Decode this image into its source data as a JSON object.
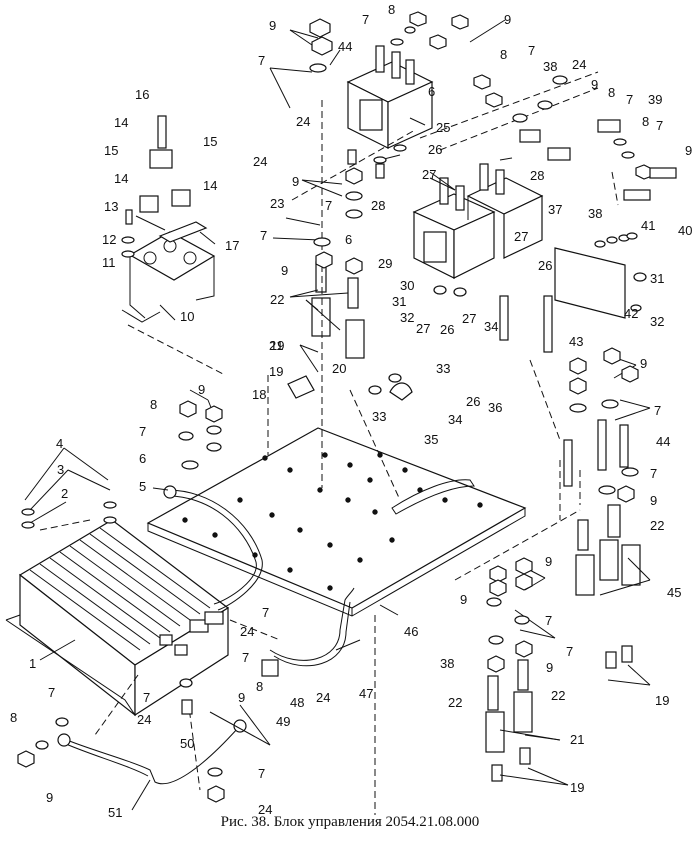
{
  "caption": "Рис. 38. Блок управления 2054.21.08.000",
  "callouts": [
    "1",
    "2",
    "3",
    "4",
    "5",
    "6",
    "7",
    "8",
    "9",
    "10",
    "11",
    "12",
    "13",
    "14",
    "15",
    "16",
    "17",
    "18",
    "19",
    "20",
    "21",
    "22",
    "23",
    "24",
    "25",
    "26",
    "27",
    "28",
    "29",
    "30",
    "31",
    "32",
    "33",
    "34",
    "35",
    "36",
    "37",
    "38",
    "39",
    "40",
    "41",
    "42",
    "43",
    "44",
    "45",
    "46",
    "47",
    "48",
    "49",
    "50",
    "51"
  ]
}
